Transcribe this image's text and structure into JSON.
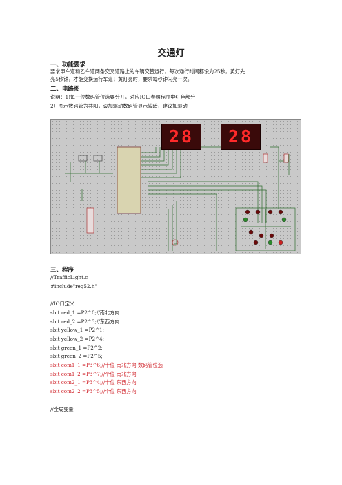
{
  "title": "交通灯",
  "section1": {
    "heading": "一、功能要求",
    "lines": [
      "要求甲车道和乙车道两条交叉道路上的车辆交替运行，每次通行时间都设为25秒，黄灯先",
      "亮5秒钟，才能变换运行车道；黄灯亮时，要求每秒钟闪亮一次。"
    ]
  },
  "section2": {
    "heading": "二、电路图",
    "lines": [
      "说明：1)每一位数码管位选要分开，对应IO口参照程序中红色部分",
      "2）图示数码管为共阳，设加驱动数码管显示较暗，建议加驱动"
    ]
  },
  "figure": {
    "display_left": "28",
    "display_right": "28"
  },
  "section3": {
    "heading": "三、程序",
    "lines": [
      {
        "text": "//TrafficLight.c",
        "red": false
      },
      {
        "text": "#include\"reg52.h\"",
        "red": false
      },
      {
        "text": "",
        "red": false
      },
      {
        "text": "//IO口定义",
        "red": false
      },
      {
        "text": "sbit red_1      =P2^0;//南北方向",
        "red": false
      },
      {
        "text": "sbit red_2      =P2^3;//东西方向",
        "red": false
      },
      {
        "text": "sbit yellow_1  =P2^1;",
        "red": false
      },
      {
        "text": "sbit yellow_2  =P2^4;",
        "red": false
      },
      {
        "text": "sbit green_1    =P2^2;",
        "red": false
      },
      {
        "text": "sbit green_2    =P2^5;",
        "red": false
      },
      {
        "text": "sbit com1_1          =P3^6;//十位  南北方向  数码管位选",
        "red": true
      },
      {
        "text": "sbit com1_2          =P3^7;//个位  南北方向",
        "red": true
      },
      {
        "text": "sbit com2_1          =P3^4;//十位  东西方向",
        "red": true
      },
      {
        "text": "sbit com2_2          =P3^5;//个位  东西方向",
        "red": true
      },
      {
        "text": "",
        "red": false
      },
      {
        "text": "//全局变量",
        "red": false
      }
    ]
  }
}
